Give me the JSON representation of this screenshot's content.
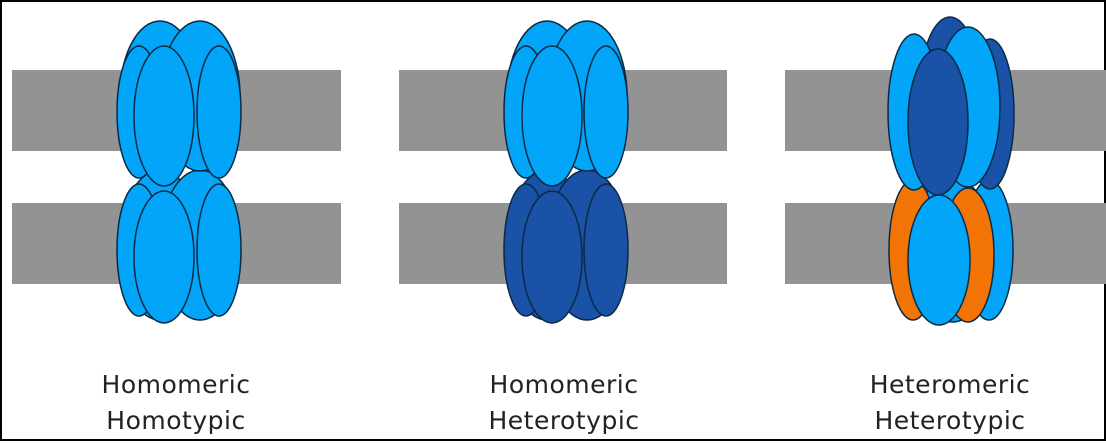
{
  "colors": {
    "background": "#ffffff",
    "border": "#000000",
    "membrane": "#939393",
    "light_blue": "#02a5f8",
    "dark_blue": "#1a52a8",
    "orange": "#f27405",
    "outline": "#0b2a44"
  },
  "panels": [
    {
      "id": "homomeric-homotypic",
      "top_subunits": "light_blue",
      "bottom_subunits": [
        "light_blue",
        "light_blue",
        "light_blue",
        "light_blue",
        "light_blue"
      ],
      "caption": [
        "Homomeric",
        "Homotypic"
      ]
    },
    {
      "id": "homomeric-heterotypic",
      "top_subunits": "light_blue",
      "bottom_subunits": [
        "dark_blue",
        "dark_blue",
        "dark_blue",
        "dark_blue",
        "dark_blue"
      ],
      "caption": [
        "Homomeric",
        "Heterotypic"
      ]
    },
    {
      "id": "heteromeric-heterotypic",
      "top_subunits": "mixed",
      "bottom_subunits": [
        "orange",
        "light_blue",
        "orange",
        "light_blue",
        "light_blue"
      ],
      "caption": [
        "Heteromeric",
        "Heterotypic"
      ]
    }
  ]
}
